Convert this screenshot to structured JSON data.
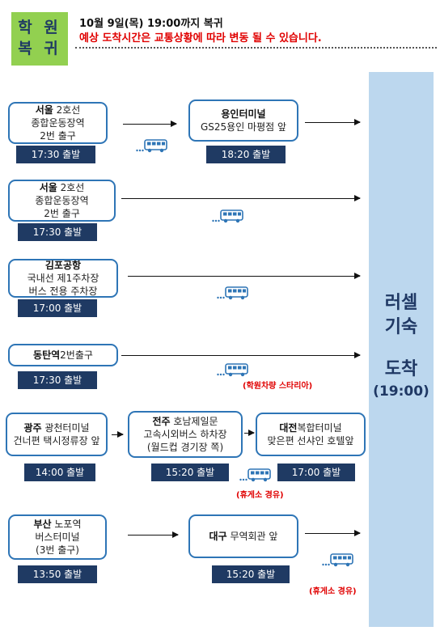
{
  "header": {
    "badge_line1": "학 원",
    "badge_line2": "복 귀",
    "deadline": "10월 9일(목) 19:00까지 복귀",
    "warning": "예상 도착시간은 교통상황에 따라 변동 될 수 있습니다."
  },
  "arrival": {
    "destination_line1": "러셀",
    "destination_line2": "기숙",
    "arrive_label": "도착",
    "arrive_time": "(19:00)"
  },
  "routes": [
    {
      "stops": [
        {
          "bold": "서울",
          "rest": " 2호선",
          "lines": [
            "종합운동장역",
            "2번 출구"
          ],
          "depart": "17:30 출발"
        },
        {
          "bold": "용인터미널",
          "rest": "",
          "lines": [
            "GS25용인 마평점 앞"
          ],
          "depart": "18:20 출발"
        }
      ]
    },
    {
      "stops": [
        {
          "bold": "서울",
          "rest": " 2호선",
          "lines": [
            "종합운동장역",
            "2번 출구"
          ],
          "depart": "17:30 출발"
        }
      ]
    },
    {
      "stops": [
        {
          "bold": "김포공항",
          "rest": "",
          "lines": [
            "국내선 제1주차장",
            "버스 전용 주차장"
          ],
          "depart": "17:00 출발"
        }
      ]
    },
    {
      "stops": [
        {
          "bold": "동탄역",
          "rest": "2번출구",
          "lines": [],
          "depart": "17:30 출발"
        }
      ],
      "note": "(학원차량 스타리아)"
    },
    {
      "stops": [
        {
          "bold": "광주",
          "rest": " 광천터미널",
          "lines": [
            "건너편 택시정류장 앞"
          ],
          "depart": "14:00 출발"
        },
        {
          "bold": "전주",
          "rest": " 호남제일문",
          "lines": [
            "고속시외버스 하차장",
            "(월드컵 경기장 쪽)"
          ],
          "depart": "15:20 출발"
        },
        {
          "bold": "대전",
          "rest": "복합터미널",
          "lines": [
            "맞은편 선샤인 호텔앞"
          ],
          "depart": "17:00 출발"
        }
      ],
      "note": "(휴게소 경유)"
    },
    {
      "stops": [
        {
          "bold": "부산",
          "rest": " 노포역",
          "lines": [
            "버스터미널",
            "(3번 출구)"
          ],
          "depart": "13:50 출발"
        },
        {
          "bold": "대구",
          "rest": " 무역회관 앞",
          "lines": [],
          "depart": "15:20 출발"
        }
      ],
      "note": "(휴게소 경유)"
    }
  ],
  "colors": {
    "badge_bg": "#92d050",
    "depart_bg": "#1f3a63",
    "stop_border": "#2e75b6",
    "arrival_bg": "#bcd7ee",
    "warning": "#e00000"
  },
  "icons": {
    "bus": "bus-icon"
  }
}
